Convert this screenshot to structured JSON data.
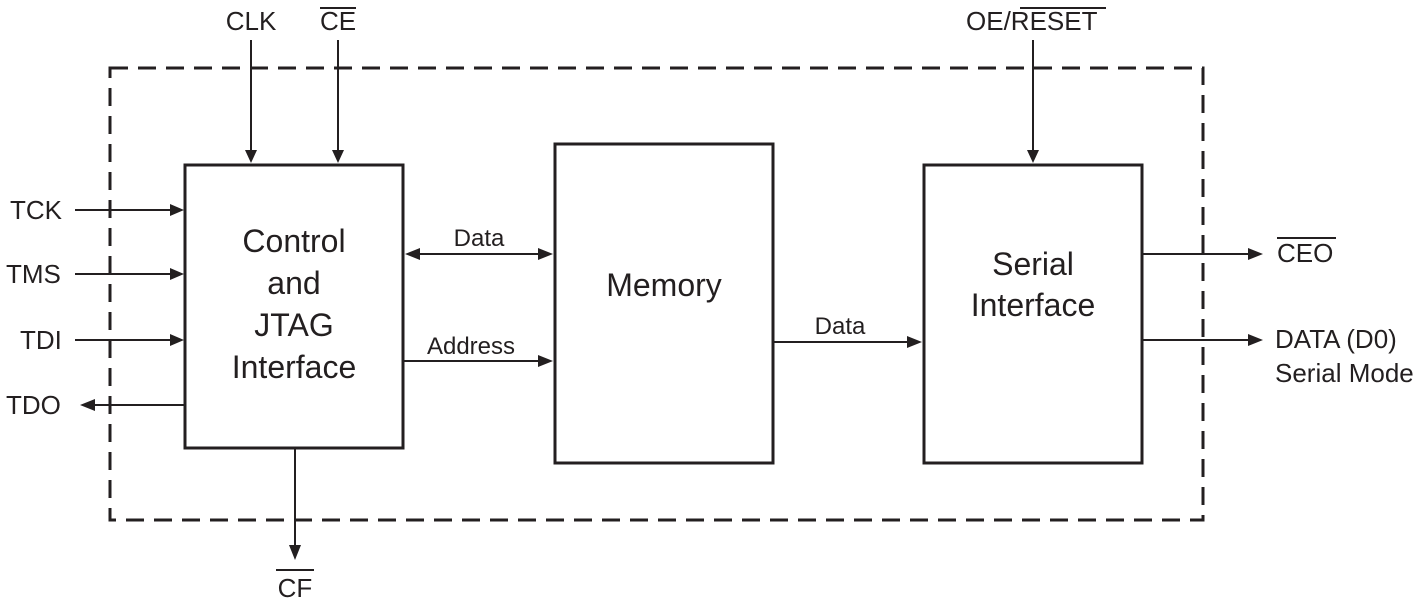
{
  "blocks": {
    "control": [
      "Control",
      "and",
      "JTAG",
      "Interface"
    ],
    "memory": "Memory",
    "serial": [
      "Serial",
      "Interface"
    ]
  },
  "inputs": {
    "clk": "CLK",
    "ce": "CE",
    "oe_prefix": "OE/",
    "reset": "RESET",
    "tck": "TCK",
    "tms": "TMS",
    "tdi": "TDI"
  },
  "outputs": {
    "tdo": "TDO",
    "cf": "CF",
    "ceo": "CEO",
    "data_d0": "DATA (D0)",
    "serial_mode": "Serial Mode"
  },
  "buses": {
    "control_memory_data": "Data",
    "control_memory_address": "Address",
    "memory_serial_data": "Data"
  }
}
